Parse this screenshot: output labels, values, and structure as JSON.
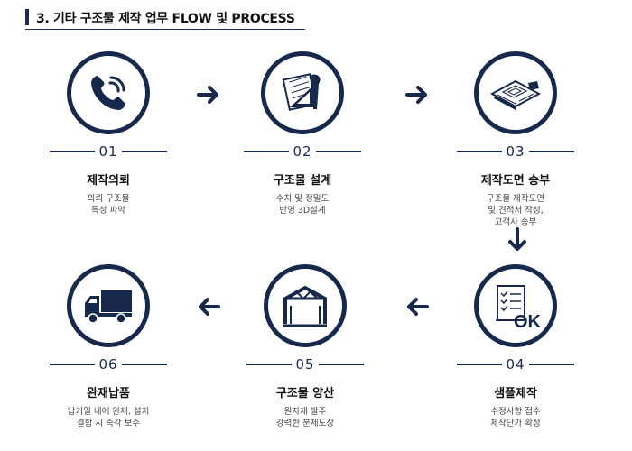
{
  "header": {
    "title": "3. 기타 구조물 제작 업무 FLOW 및 PROCESS"
  },
  "colors": {
    "primary": "#17284d"
  },
  "steps": [
    {
      "num": "01",
      "title": "제작의뢰",
      "desc": [
        "의뢰 구조물",
        "특성 파악"
      ],
      "icon": "phone-icon"
    },
    {
      "num": "02",
      "title": "구조물 설계",
      "desc": [
        "수치 및 정밀도",
        "반영 3D설계"
      ],
      "icon": "drafting-tools-icon"
    },
    {
      "num": "03",
      "title": "제작도면 송부",
      "desc": [
        "구조물 제작도면",
        "및 견적서 작성,",
        "고객사 송부"
      ],
      "icon": "blueprint-icon"
    },
    {
      "num": "04",
      "title": "샘플제작",
      "desc": [
        "수정사항 접수",
        "제작단가 확정"
      ],
      "icon": "checklist-ok-icon",
      "badge": "OK"
    },
    {
      "num": "05",
      "title": "구조물 양산",
      "desc": [
        "원자재 발주",
        "강력한 분체도장"
      ],
      "icon": "factory-frame-icon"
    },
    {
      "num": "06",
      "title": "완재납품",
      "desc": [
        "납기일 내에 완재, 설치",
        "결함 시 즉각 보수"
      ],
      "icon": "truck-icon"
    }
  ]
}
